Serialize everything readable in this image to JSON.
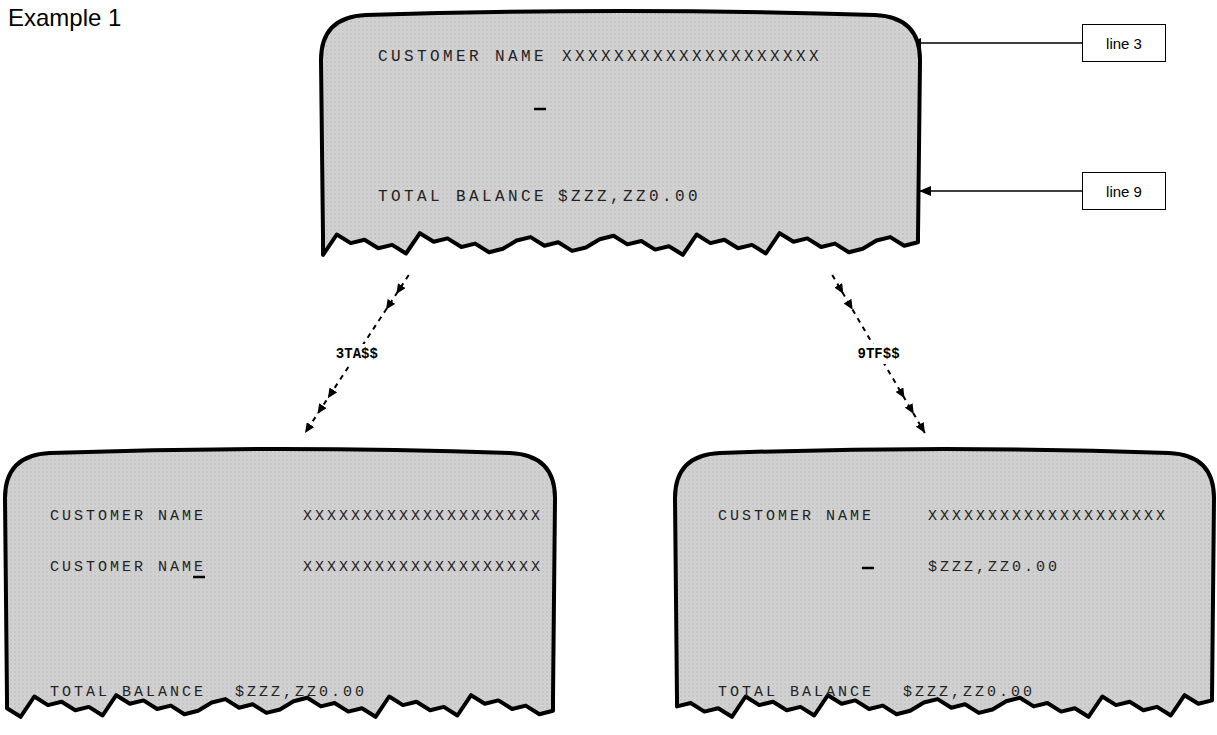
{
  "diagram": {
    "title": "Example 1",
    "nodes": [
      {
        "text": [
          "CUSTOMER NAME",
          "XXXXXXXXXXXXXXXXXXXX",
          "TOTAL BALANCE",
          "$ZZZ,ZZ0.00"
        ]
      },
      {
        "text": [
          "line 3"
        ]
      },
      {
        "text": [
          "line 9"
        ]
      },
      {
        "text": [
          "CUSTOMER NAME",
          "XXXXXXXXXXXXXXXXXXXX",
          "CUSTOMER NAME",
          "XXXXXXXXXXXXXXXXXXXX",
          "TOTAL BALANCE",
          "$ZZZ,ZZ0.00"
        ]
      },
      {
        "text": [
          "CUSTOMER NAME",
          "XXXXXXXXXXXXXXXXXXXX",
          "$ZZZ,ZZ0.00",
          "TOTAL BALANCE",
          "$ZZZ,ZZ0.00"
        ]
      }
    ],
    "edges": [
      {
        "from": 1,
        "to": 0,
        "arrow": "to"
      },
      {
        "from": 2,
        "to": 0,
        "arrow": "to"
      },
      {
        "from": 0,
        "to": 3,
        "label": "3TA$$",
        "arrow": "to"
      },
      {
        "from": 0,
        "to": 4,
        "label": "9TF$$",
        "arrow": "to"
      }
    ]
  }
}
